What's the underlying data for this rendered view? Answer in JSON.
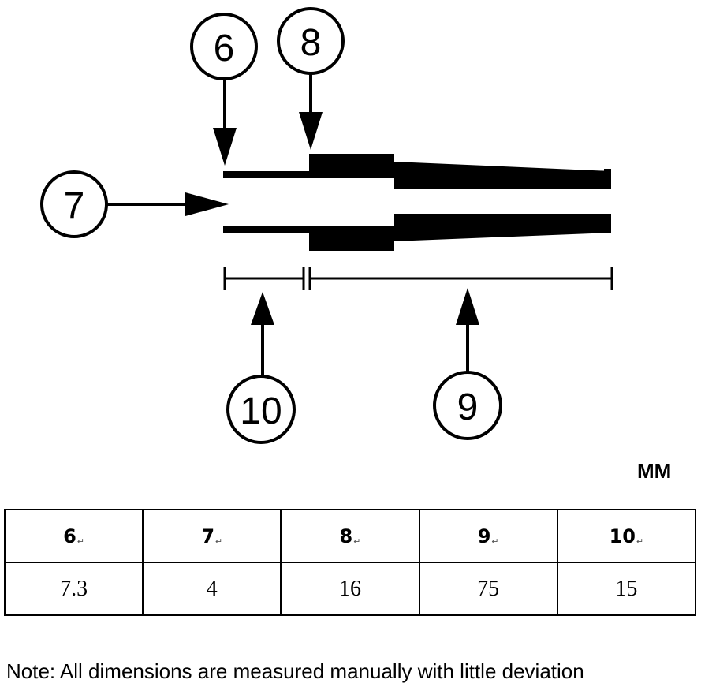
{
  "callouts": {
    "c6": "6",
    "c7": "7",
    "c8": "8",
    "c9": "9",
    "c10": "10"
  },
  "unit": "MM",
  "table": {
    "headers": [
      "6",
      "7",
      "8",
      "9",
      "10"
    ],
    "return_mark": "↵",
    "values": [
      "7.3",
      "4",
      "16",
      "75",
      "15"
    ]
  },
  "note": "Note: All dimensions are measured manually with little deviation"
}
